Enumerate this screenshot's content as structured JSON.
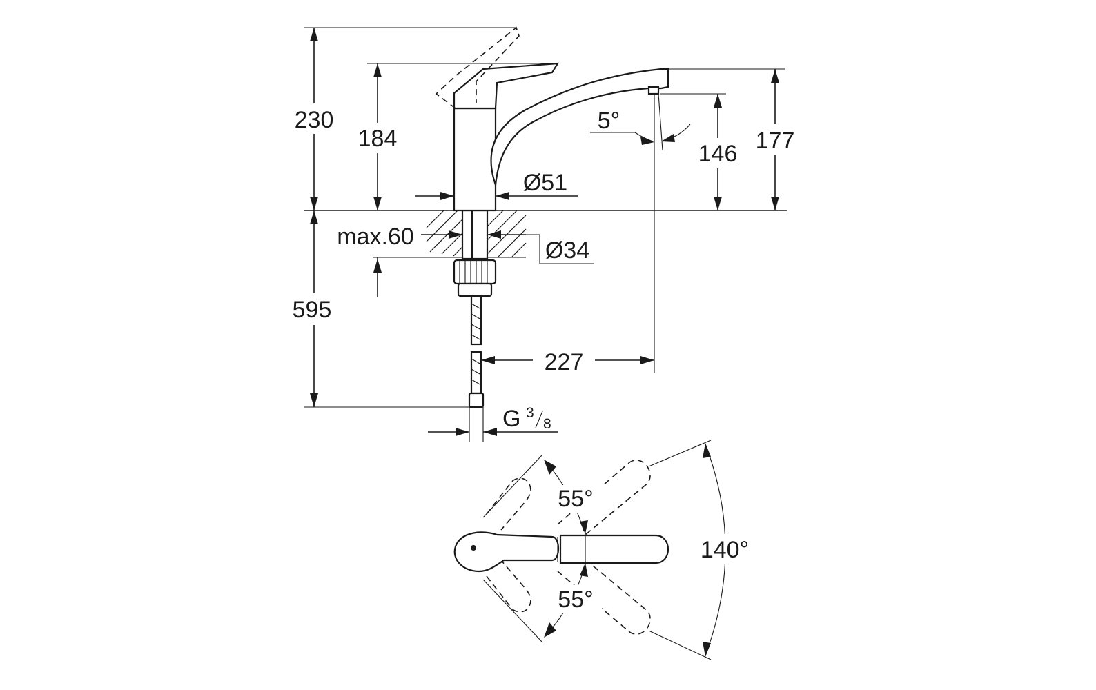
{
  "side_view": {
    "dims": {
      "total_height": "230",
      "lever_height": "184",
      "spout_height": "177",
      "outlet_height": "146",
      "spout_angle": "5°",
      "body_diameter": "Ø51",
      "deck_thickness": "max.60",
      "hole_diameter": "Ø34",
      "hose_length": "595",
      "spout_reach": "227",
      "thread_prefix": "G",
      "thread_num": "3",
      "thread_den": "8"
    }
  },
  "top_view": {
    "dims": {
      "swing_upper": "55°",
      "swing_lower": "55°",
      "swing_total": "140°"
    }
  }
}
